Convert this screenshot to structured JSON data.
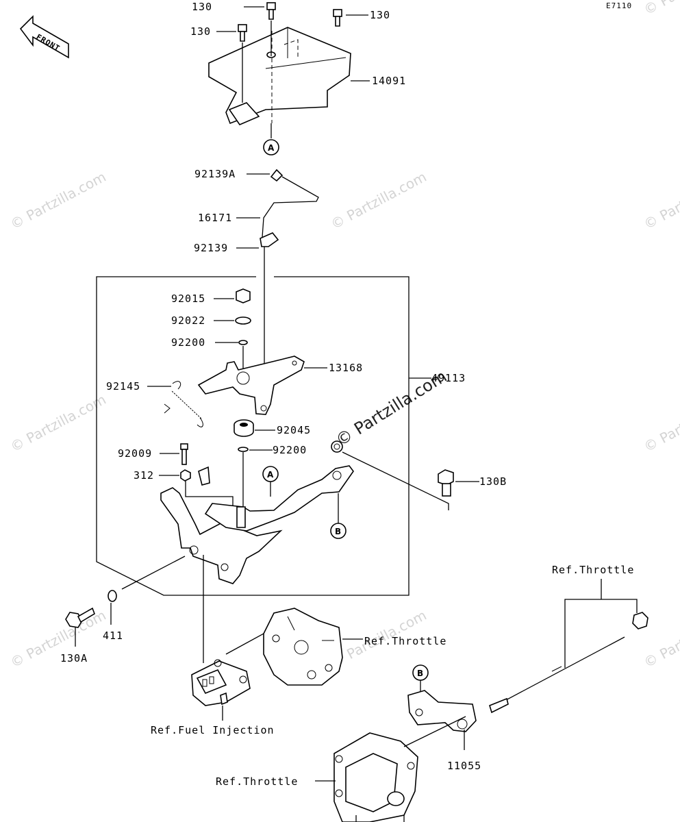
{
  "diagram_code": "E7110",
  "front_label": "FRONT",
  "watermark": "© Partzilla.com",
  "watermark_center": "© Partzilla.com",
  "labels": {
    "p130_top": "130",
    "p130_right": "130",
    "p130_left": "130",
    "p14091": "14091",
    "p92139A": "92139A",
    "p16171": "16171",
    "p92139": "92139",
    "p92015": "92015",
    "p92022": "92022",
    "p92200_a": "92200",
    "p13168": "13168",
    "p49113": "49113",
    "p92145": "92145",
    "p92045": "92045",
    "p92200_b": "92200",
    "p92009": "92009",
    "p312": "312",
    "p130B": "130B",
    "p411": "411",
    "p130A": "130A",
    "p11055": "11055"
  },
  "refs": {
    "throttle_top": "Ref.Throttle",
    "throttle_mid": "Ref.Throttle",
    "throttle_bottom": "Ref.Throttle",
    "fuel_injection": "Ref.Fuel Injection"
  },
  "markers": {
    "a_top": "A",
    "a_mid": "A",
    "b_mid": "B",
    "b_bottom": "B"
  }
}
